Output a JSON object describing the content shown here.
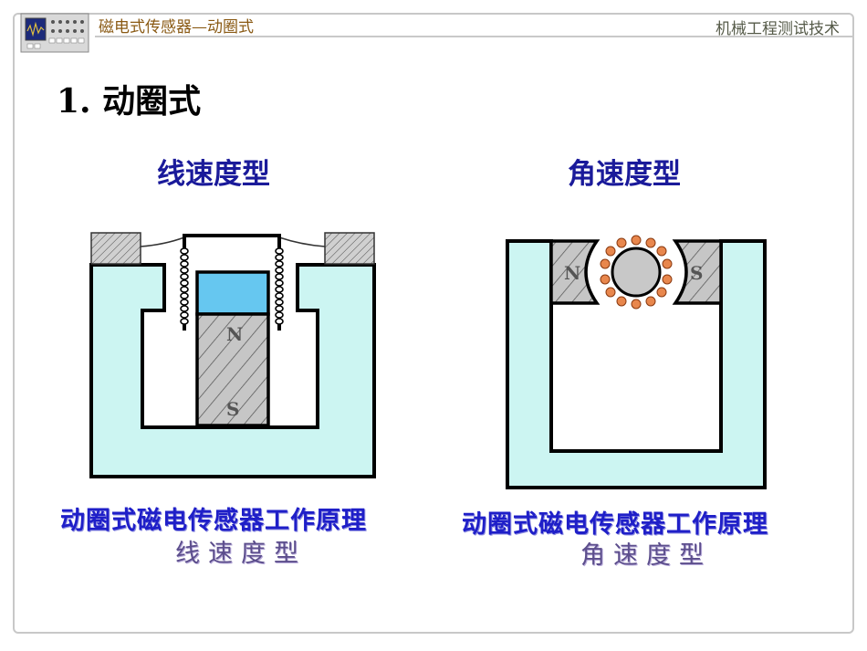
{
  "header": {
    "left_title": "磁电式传感器—动圈式",
    "right_title": "机械工程测试技术",
    "logo_icon": "instrument-panel-icon"
  },
  "slide": {
    "title": "1. 动圈式",
    "left": {
      "subtitle": "线速度型",
      "caption_line1": "动圈式磁电传感器工作原理",
      "caption_line2": "线速度型",
      "pole_n": "N",
      "pole_s": "S"
    },
    "right": {
      "subtitle": "角速度型",
      "caption_line1": "动圈式磁电传感器工作原理",
      "caption_line2": "角速度型",
      "pole_n": "N",
      "pole_s": "S"
    }
  },
  "colors": {
    "header_left": "#8a5a14",
    "header_right": "#555a48",
    "subtitle": "#1a1a9a",
    "core_fill": "#ccf5f2",
    "magnet_top": "#66c7f0",
    "coil_ball": "#e8874d",
    "caption": "#1f1fc8"
  }
}
